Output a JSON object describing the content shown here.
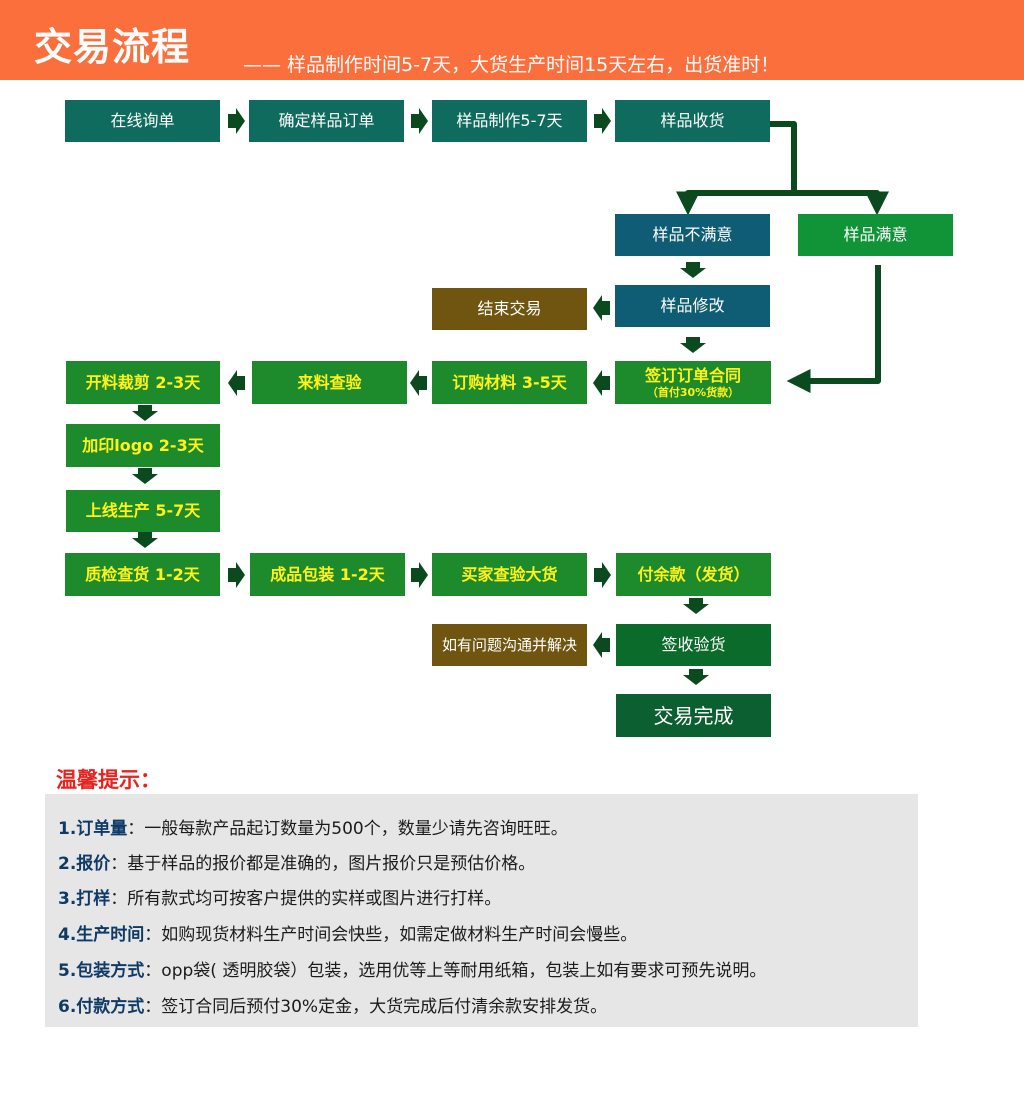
{
  "header": {
    "title": "交易流程",
    "subtitle": "—— 样品制作时间5-7天，大货生产时间15天左右，出货准时！"
  },
  "flow": {
    "online_inquiry": "在线询单",
    "confirm_sample_order": "确定样品订单",
    "sample_making": "样品制作5-7天",
    "sample_receipt": "样品收货",
    "sample_unsatisfied": "样品不满意",
    "sample_satisfied": "样品满意",
    "sample_revise": "样品修改",
    "end_trade": "结束交易",
    "sign_contract": "签订订单合同",
    "sign_contract_note": "（首付30%货款）",
    "order_materials": "订购材料 3-5天",
    "incoming_inspection": "来料查验",
    "cutting": "开料裁剪 2-3天",
    "print_logo": "加印logo 2-3天",
    "production": "上线生产 5-7天",
    "quality_check": "质检查货 1-2天",
    "packaging": "成品包装 1-2天",
    "buyer_inspection": "买家查验大货",
    "pay_balance": "付余款（发货）",
    "issue_resolve": "如有问题沟通并解决",
    "receive_goods": "签收验货",
    "trade_complete": "交易完成"
  },
  "tips": {
    "title": "温馨提示：",
    "items": [
      {
        "label": "1.订单量",
        "text": "：一般每款产品起订数量为500个，数量少请先咨询旺旺。"
      },
      {
        "label": "2.报价",
        "text": "：基于样品的报价都是准确的，图片报价只是预估价格。"
      },
      {
        "label": "3.打样",
        "text": "：所有款式均可按客户提供的实样或图片进行打样。"
      },
      {
        "label": "4.生产时间",
        "text": "：如购现货材料生产时间会快些，如需定做材料生产时间会慢些。"
      },
      {
        "label": "5.包装方式",
        "text": "：opp袋( 透明胶袋）包装，选用优等上等耐用纸箱，包装上如有要求可预先说明。"
      },
      {
        "label": "6.付款方式",
        "text": "：签订合同后预付30%定金，大货完成后付清余款安排发货。"
      }
    ]
  },
  "colors": {
    "header": "#fb6f3d",
    "teal": "#0f6b5e",
    "navy": "#0f5d74",
    "bright_green": "#119437",
    "brown": "#6f5510",
    "light_green": "#1d8a2c",
    "dark_green": "#0b6b2a",
    "arrow": "#0a4a1e",
    "tip_title": "#e8231e",
    "tip_panel": "#e6e6e6"
  }
}
